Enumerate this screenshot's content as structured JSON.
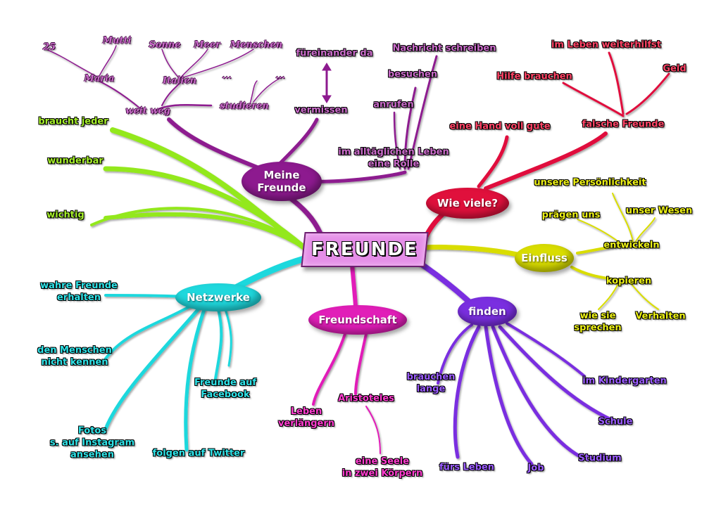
{
  "center": {
    "label": "FREUNDE",
    "color": "#e58ee8"
  },
  "branches": [
    {
      "id": "meine",
      "label": "Meine\nFreunde",
      "color": "#8d1a8f"
    },
    {
      "id": "wieviele",
      "label": "Wie viele?",
      "color": "#e0103c"
    },
    {
      "id": "einfluss",
      "label": "Einfluss",
      "color": "#d9dd00"
    },
    {
      "id": "finden",
      "label": "finden",
      "color": "#7a2fe0"
    },
    {
      "id": "freundschaft",
      "label": "Freundschaft",
      "color": "#e11eb8"
    },
    {
      "id": "netzwerke",
      "label": "Netzwerke",
      "color": "#1fd8dd"
    },
    {
      "id": "green",
      "label": "",
      "color": "#93e81e"
    }
  ],
  "labels": {
    "l25": "25",
    "mutti": "Mutti",
    "sonne": "Sonne",
    "meer": "Meer",
    "menschen": "Menschen",
    "maria": "Maria",
    "italien": "Italien",
    "dots1": "...",
    "dots2": "...",
    "weitweg": "weit weg",
    "studieren": "studieren",
    "fuereinander": "füreinander da",
    "vermissen": "vermissen",
    "nachricht": "Nachricht schreiben",
    "besuchen": "besuchen",
    "anrufen": "anrufen",
    "alltag": "im alltäglichen Leben\neine Rolle",
    "hilfe": "Hilfe brauchen",
    "weiterhilft": "im Leben weiterhilfst",
    "geld": "Geld",
    "falsche": "falsche Freunde",
    "handvoll": "eine Hand voll gute",
    "persoenlichkeit": "unsere Persönlichkeit",
    "praegen": "prägen uns",
    "wesen": "unser Wesen",
    "entwickeln": "entwickeln",
    "kopieren": "kopieren",
    "wiesie": "wie sie\nsprechen",
    "verhalten": "Verhalten",
    "brauchtjeder": "braucht jeder",
    "wunderbar": "wunderbar",
    "wichtig": "wichtig",
    "wahre": "wahre Freunde\nerhalten",
    "nichtkennen": "den Menschen\nnicht kennen",
    "facebook": "Freunde auf\nFacebook",
    "fotos": "Fotos\ns. auf Instagram\nansehen",
    "twitter": "folgen auf Twitter",
    "leben": "Leben\nverlängern",
    "aristoteles": "Aristoteles",
    "seele": "eine Seele\nin zwei Körpern",
    "brauchen": "brauchen\nlange",
    "kindergarten": "im Kindergarten",
    "schule": "Schule",
    "studium": "Studium",
    "job": "Job",
    "fuersleben": "fürs Leben"
  }
}
